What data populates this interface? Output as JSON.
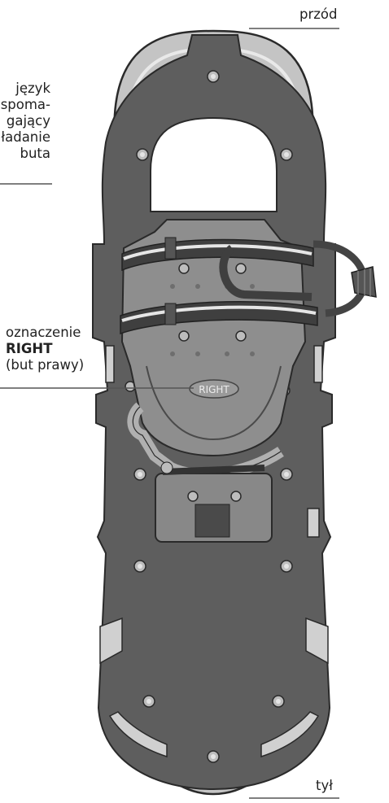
{
  "labels": {
    "front": "przód",
    "back": "tył",
    "tongue": [
      "język",
      "spoma-",
      "gający",
      "ładanie",
      "buta"
    ],
    "right_mark": [
      "oznaczenie",
      "RIGHT",
      "(but prawy)"
    ],
    "stamp": "RIGHT"
  },
  "colors": {
    "frame": "#c4c4c4",
    "deck": "#5e5e5e",
    "binding": "#8e8e8e",
    "strap_dark": "#3f3f3f",
    "strap_stripe": "#e6e6e6"
  }
}
